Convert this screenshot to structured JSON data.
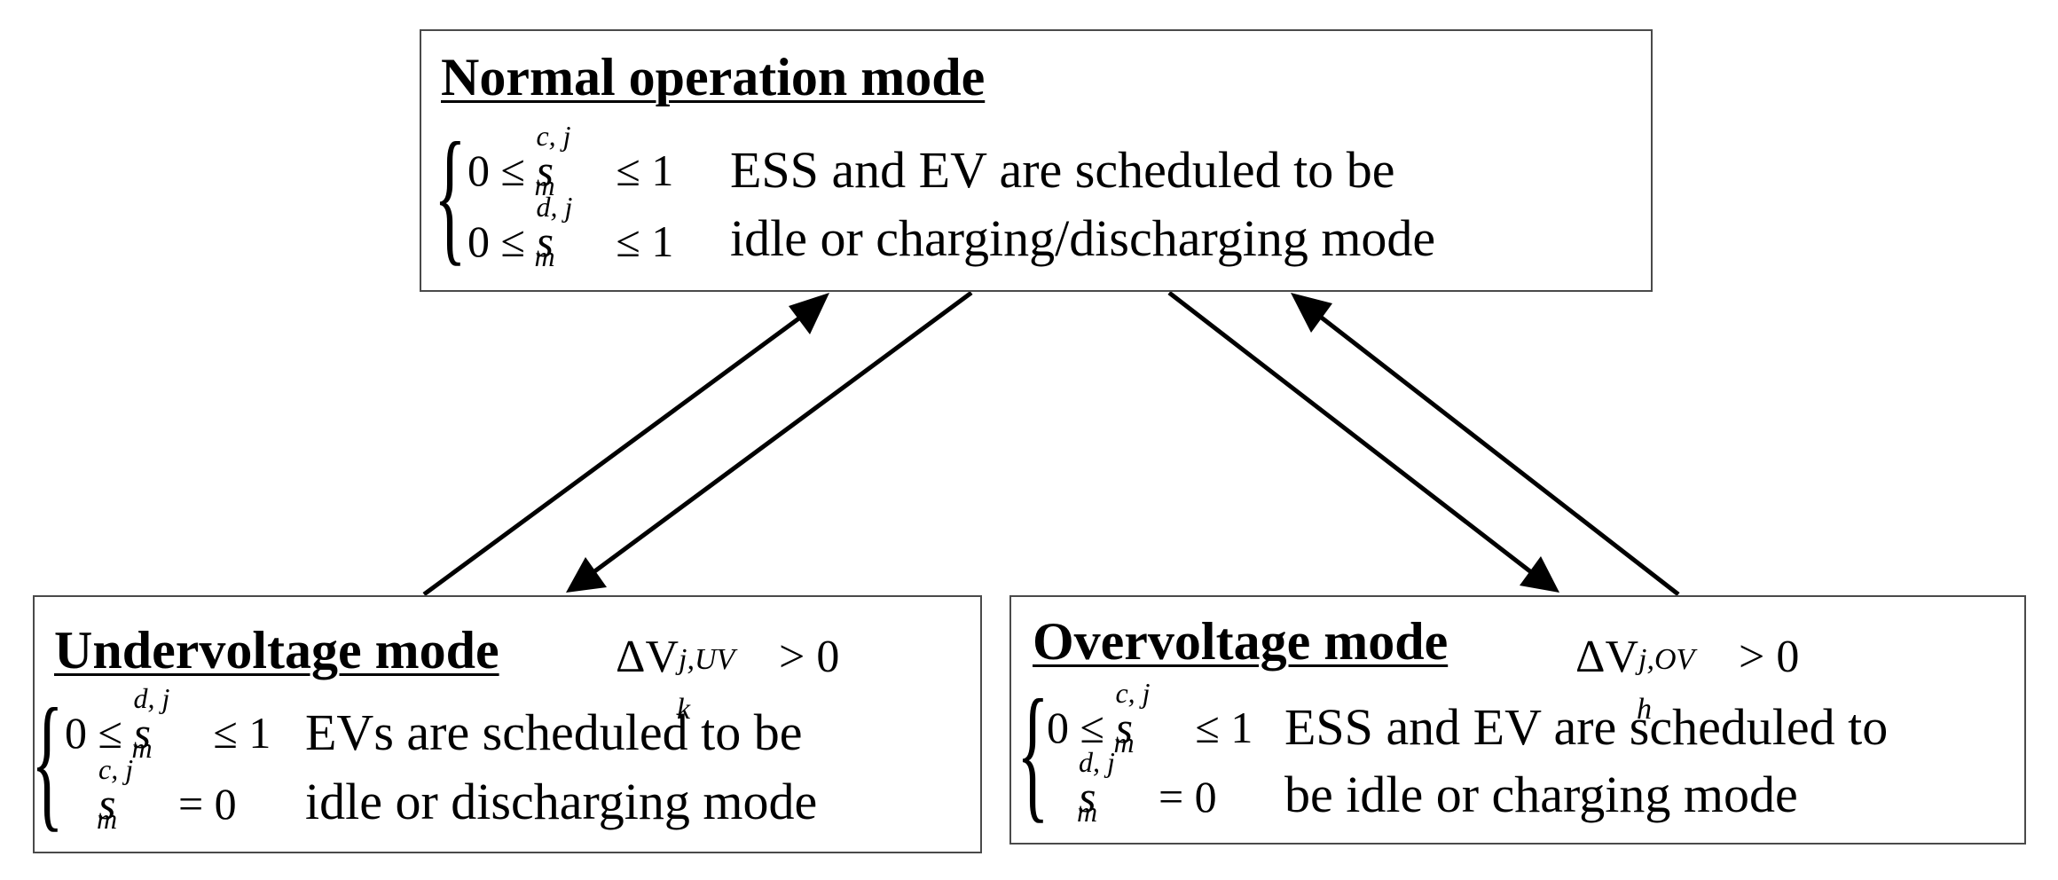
{
  "normal": {
    "title": "Normal operation mode",
    "description": [
      "ESS and EV are scheduled to be",
      "idle or charging/discharging mode"
    ],
    "constraints": [
      {
        "lhs": "0 ≤ ",
        "var": "s",
        "sup": "c, j",
        "sub": "m",
        "rhs": " ≤ 1"
      },
      {
        "lhs": "0 ≤ ",
        "var": "s",
        "sup": "d, j",
        "sub": "m",
        "rhs": " ≤ 1"
      }
    ]
  },
  "undervoltage": {
    "title": "Undervoltage mode",
    "condition": {
      "prefix": "ΔV",
      "sup": "j,UV",
      "sub": "k",
      "suffix": " > 0"
    },
    "description": [
      "EVs are scheduled to be",
      "idle or discharging mode"
    ],
    "constraints": [
      {
        "lhs": "0 ≤ ",
        "var": "s",
        "sup": "d, j",
        "sub": "m",
        "rhs": " ≤ 1"
      },
      {
        "lhs": "",
        "var": "s",
        "sup": "c, j",
        "sub": "m",
        "rhs": " = 0"
      }
    ]
  },
  "overvoltage": {
    "title": "Overvoltage mode",
    "condition": {
      "prefix": "ΔV",
      "sup": "j,OV",
      "sub": "h",
      "suffix": " > 0"
    },
    "description": [
      "ESS and EV are scheduled to",
      "be idle or charging mode"
    ],
    "constraints": [
      {
        "lhs": "0 ≤ ",
        "var": "s",
        "sup": "c, j",
        "sub": "m",
        "rhs": " ≤ 1"
      },
      {
        "lhs": "",
        "var": "s",
        "sup": "d, j",
        "sub": "m",
        "rhs": " = 0"
      }
    ]
  },
  "colors": {
    "line": "#000000",
    "border": "#4a4a4a"
  }
}
